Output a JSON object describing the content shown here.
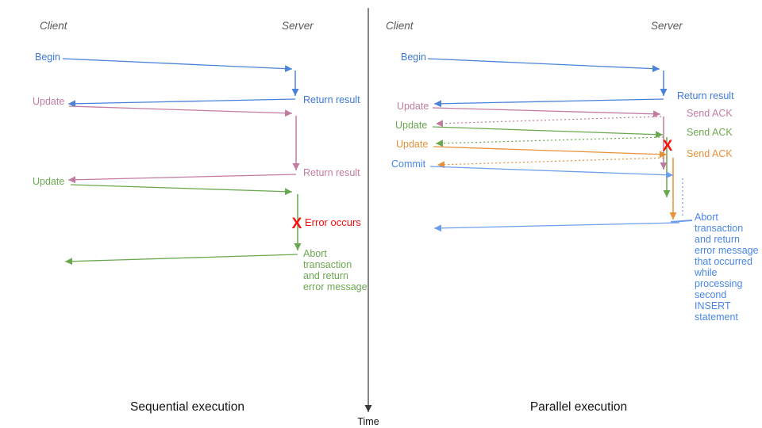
{
  "colors": {
    "blue": "#3c78d8",
    "light_blue": "#6d9eeb",
    "abort_text_blue": "#4a86e8",
    "pink": "#c27ba0",
    "green": "#6aa84f",
    "orange": "#e69138",
    "red": "#fb0e0e",
    "header_gray": "#595959",
    "axis": "#3a3a3a"
  },
  "timeline": {
    "label": "Time"
  },
  "left": {
    "caption": "Sequential execution",
    "client": "Client",
    "server": "Server",
    "begin": "Begin",
    "return1": "Return result",
    "update1": "Update",
    "return2": "Return result",
    "update2": "Update",
    "error_x": "X",
    "error_label": "Error occurs",
    "abort": [
      "Abort",
      "transaction",
      "and return",
      "error message"
    ]
  },
  "right": {
    "caption": "Parallel execution",
    "client": "Client",
    "server": "Server",
    "begin": "Begin",
    "return1": "Return result",
    "update1": "Update",
    "ack1": "Send ACK",
    "update2": "Update",
    "ack2": "Send ACK",
    "update3": "Update",
    "ack3": "Send ACK",
    "commit": "Commit",
    "error_x": "X",
    "abort": [
      "Abort",
      "transaction",
      "and return",
      "error message",
      "that occurred",
      "while",
      "processing",
      "second",
      "INSERT",
      "statement"
    ]
  }
}
